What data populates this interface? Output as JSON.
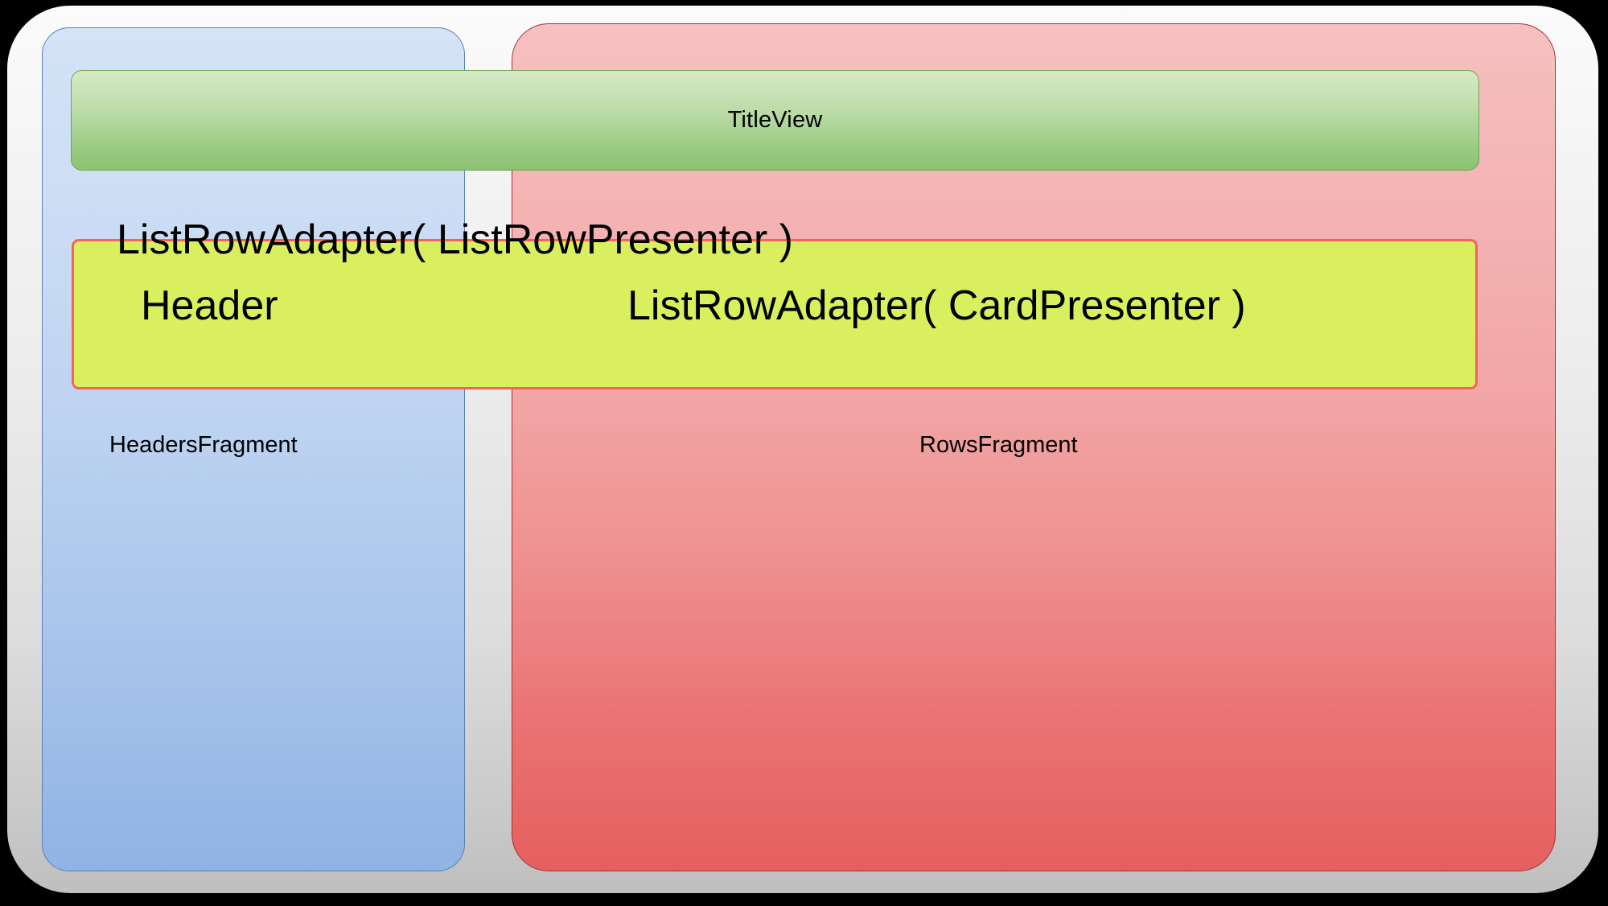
{
  "diagram": {
    "title": "Android Leanback BrowseFragment structure",
    "background_color": "#000000",
    "frame": {
      "name": "outer-container",
      "fill_from": "#fbfbfb",
      "fill_to": "#bfbfbf"
    },
    "panels": [
      {
        "id": "headers-fragment",
        "label": "HeadersFragment",
        "color_from": "#d4e3f7",
        "color_to": "#8fb3e4",
        "border_color": "#5b7fb8"
      },
      {
        "id": "rows-fragment",
        "label": "RowsFragment",
        "color_from": "#f6c0c0",
        "color_to": "#e55f5f",
        "border_color": "#a93030"
      }
    ],
    "title_bar": {
      "id": "title-view",
      "label": "TitleView",
      "color_from": "#d5e9c6",
      "color_to": "#8cc274",
      "border_color": "#6fa352"
    },
    "adapter_box": {
      "id": "list-row-adapter-box",
      "fill": "#d9ef5e",
      "border_color": "#f4625f"
    },
    "labels": {
      "list_row_presenter": "ListRowAdapter( ListRowPresenter )",
      "header": "Header",
      "card_presenter": "ListRowAdapter( CardPresenter )"
    }
  }
}
